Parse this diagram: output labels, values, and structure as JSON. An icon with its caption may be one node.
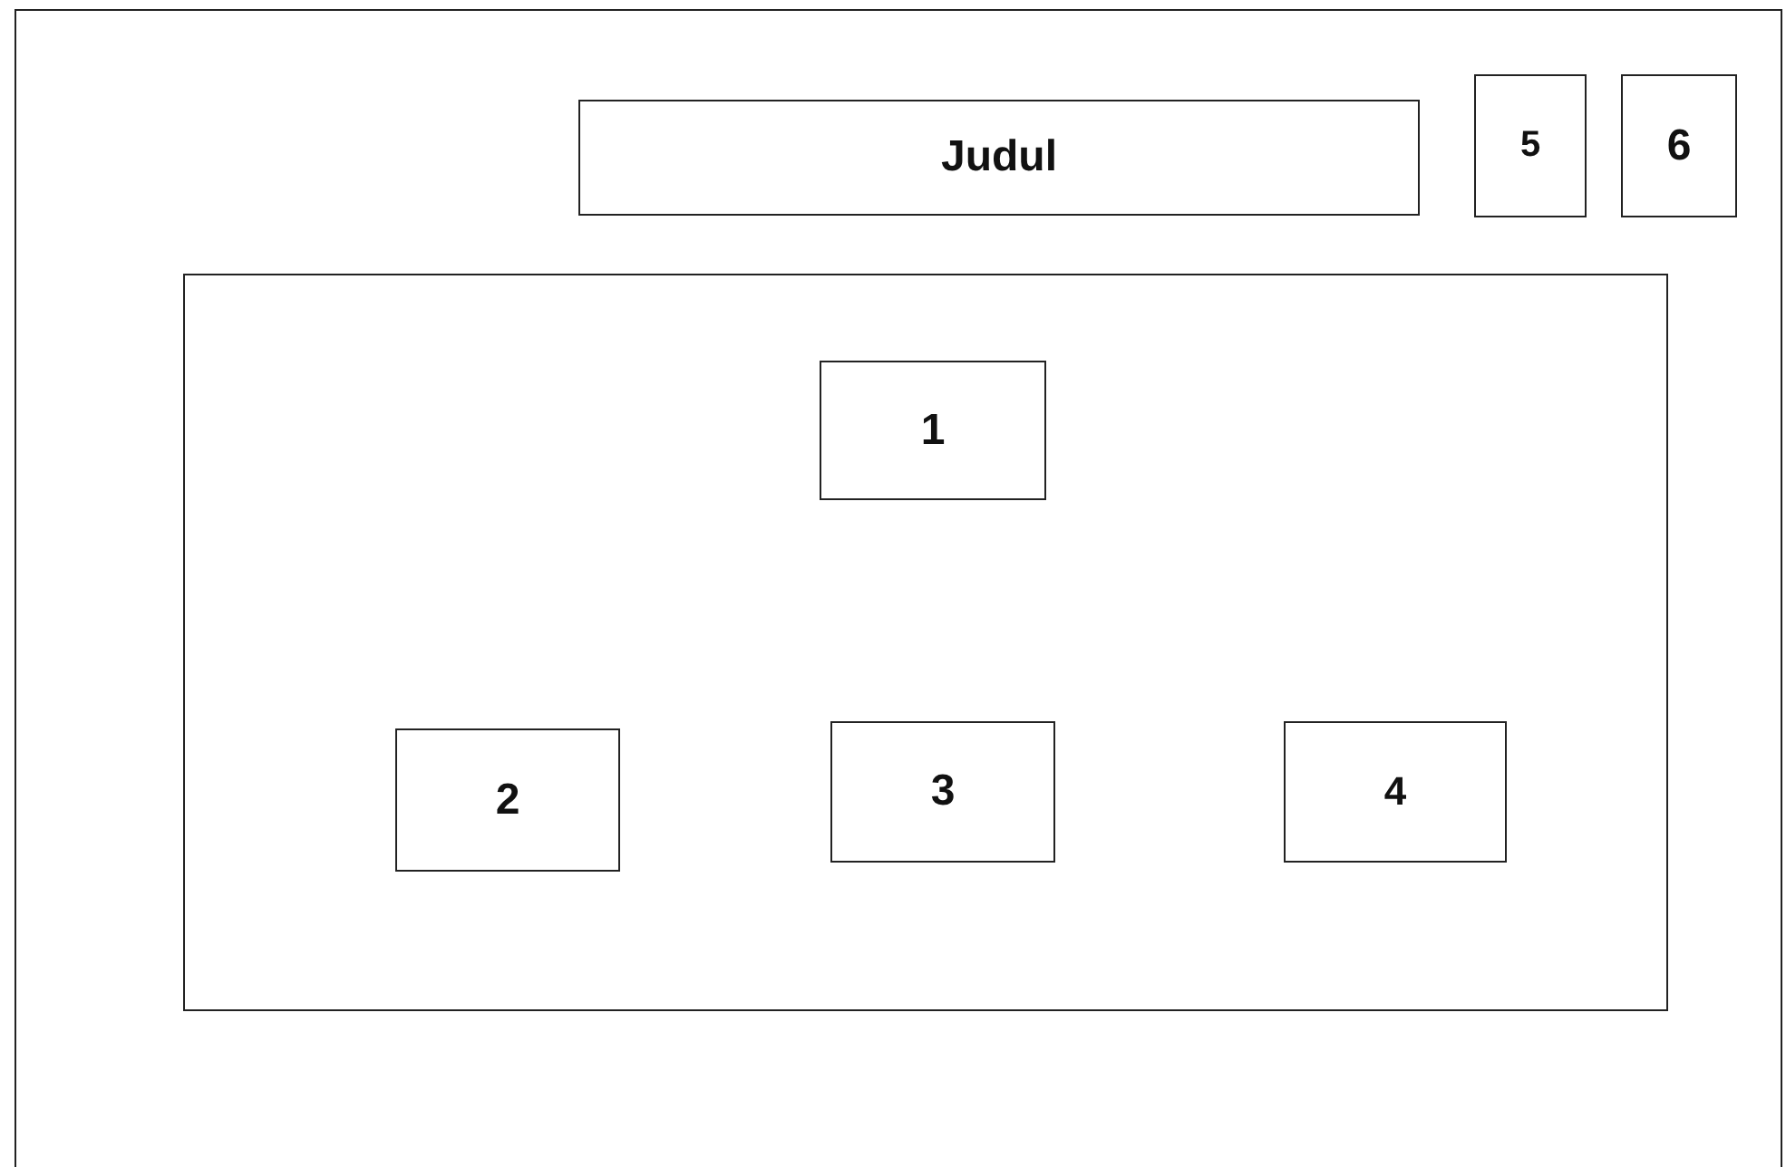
{
  "diagram": {
    "nodes": [
      {
        "text": [],
        "shape": "box"
      },
      {
        "text": [
          "Judul"
        ],
        "in": 0
      },
      {
        "text": [
          "5"
        ],
        "in": 0
      },
      {
        "text": [
          "6"
        ],
        "in": 0
      },
      {
        "text": [],
        "shape": "box",
        "in": 0
      },
      {
        "text": [
          "1"
        ],
        "in": 4
      },
      {
        "text": [
          "2"
        ],
        "in": 4
      },
      {
        "text": [
          "3"
        ],
        "in": 4
      },
      {
        "text": [
          "4"
        ],
        "in": 4
      }
    ]
  }
}
